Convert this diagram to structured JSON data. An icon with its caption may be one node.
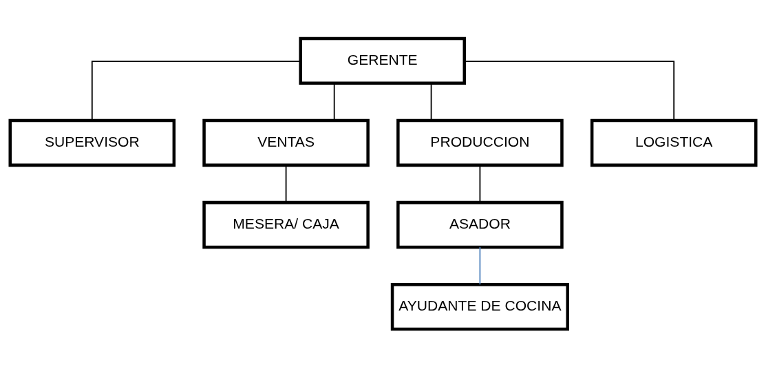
{
  "diagram": {
    "nodes": [
      {
        "text": [
          "GERENTE"
        ]
      },
      {
        "text": [
          "SUPERVISOR"
        ]
      },
      {
        "text": [
          "VENTAS"
        ]
      },
      {
        "text": [
          "PRODUCCION"
        ]
      },
      {
        "text": [
          "LOGISTICA"
        ]
      },
      {
        "text": [
          "MESERA/ CAJA"
        ]
      },
      {
        "text": [
          "ASADOR"
        ]
      },
      {
        "text": [
          "AYUDANTE DE COCINA"
        ]
      }
    ],
    "edges": [
      {
        "from": 0,
        "to": 1,
        "arrow": "none"
      },
      {
        "from": 0,
        "to": 2,
        "arrow": "none"
      },
      {
        "from": 0,
        "to": 3,
        "arrow": "none"
      },
      {
        "from": 0,
        "to": 4,
        "arrow": "none"
      },
      {
        "from": 2,
        "to": 5,
        "arrow": "none"
      },
      {
        "from": 3,
        "to": 6,
        "arrow": "none"
      },
      {
        "from": 6,
        "to": 7,
        "arrow": "none",
        "color": "#4f81bd"
      }
    ]
  }
}
